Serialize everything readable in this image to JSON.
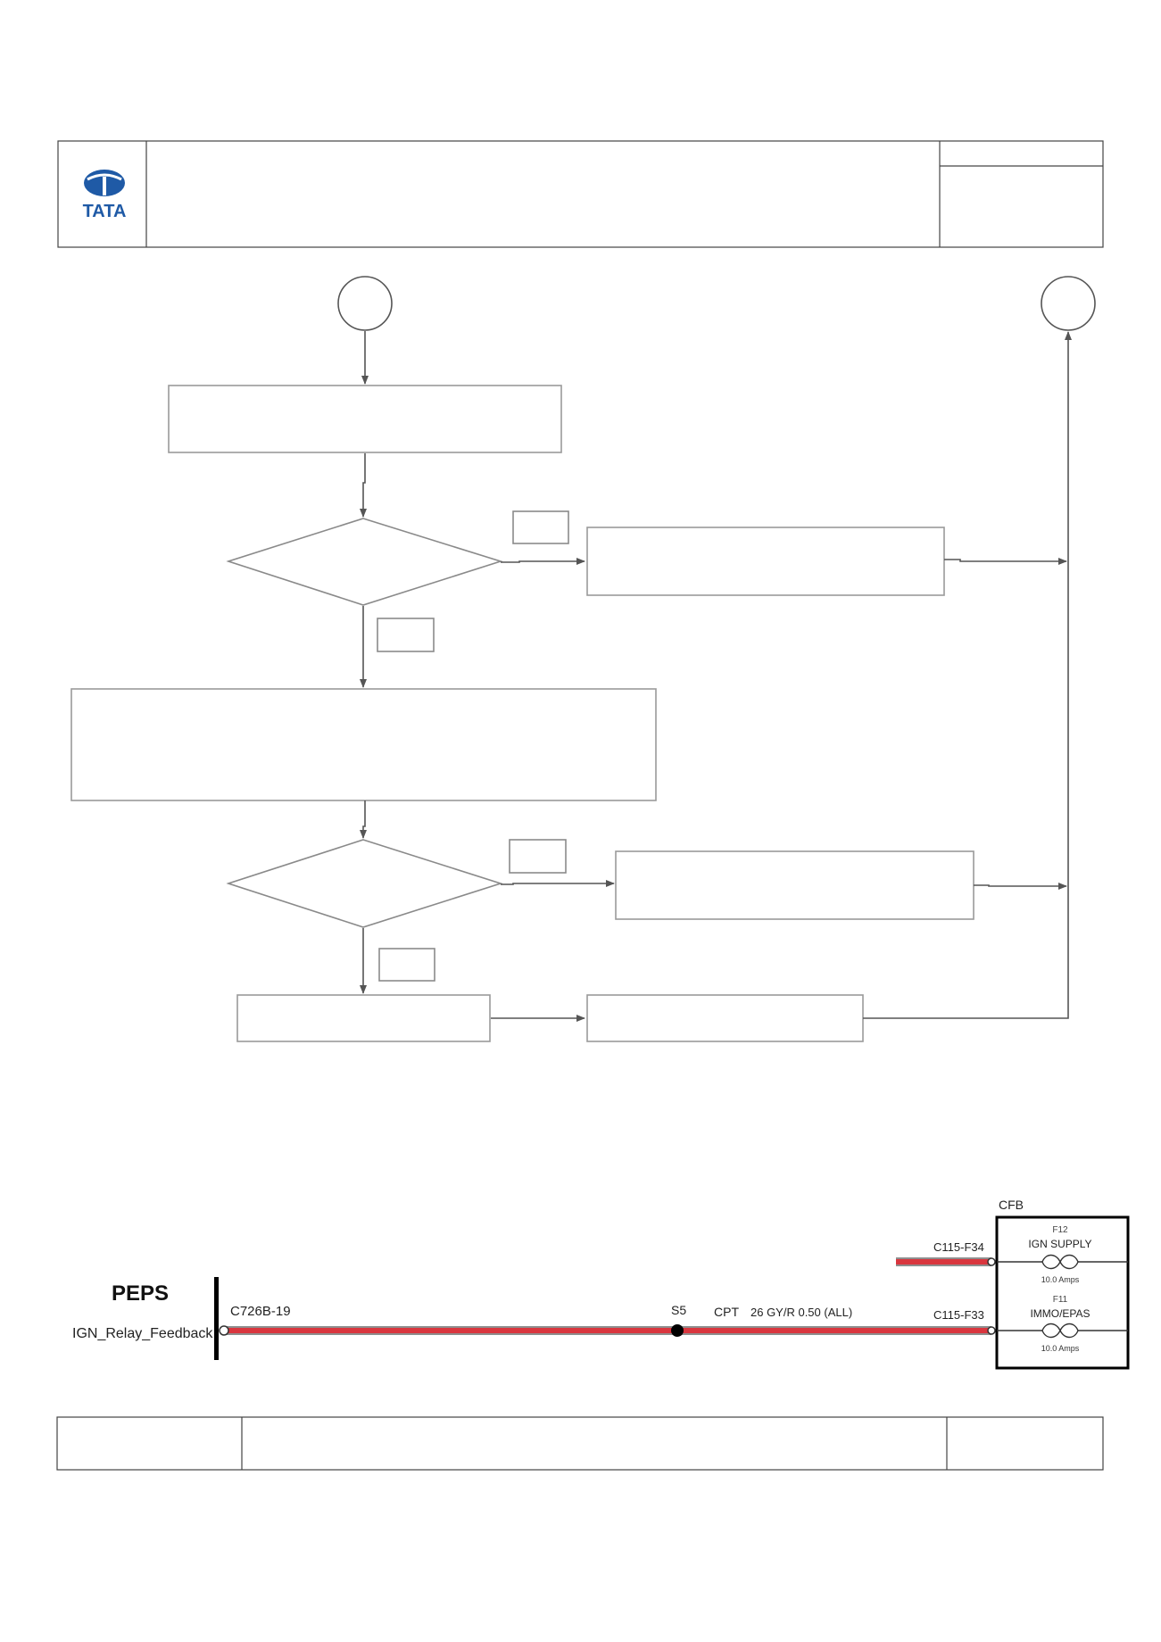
{
  "header": {
    "brand": "TATA",
    "title": "",
    "ref_top": "",
    "ref_bottom": ""
  },
  "flowchart": {
    "start_connector": "",
    "end_connector": "",
    "step1": "",
    "decision1": "",
    "decision1_yes": "",
    "decision1_no": "",
    "action1": "",
    "step2": "",
    "decision2": "",
    "decision2_yes": "",
    "decision2_no": "",
    "action2": "",
    "step3": "",
    "step4": ""
  },
  "wiring": {
    "module_name": "PEPS",
    "signal_name": "IGN_Relay_Feedback",
    "module_pin": "C726B-19",
    "splice": "S5",
    "circuit": "CPT",
    "wire_spec": "26 GY/R 0.50 (ALL)",
    "fuse_box_name": "CFB",
    "connector_top": "C115-F34",
    "connector_bottom": "C115-F33",
    "fuse_top_id": "F12",
    "fuse_top_name": "IGN SUPPLY",
    "fuse_top_rating": "10.0 Amps",
    "fuse_bottom_id": "F11",
    "fuse_bottom_name": "IMMO/EPAS",
    "fuse_bottom_rating": "10.0 Amps",
    "wire_color": "#d9363e",
    "wire_edge_color": "#8e8e8e"
  },
  "footer": {
    "left": "",
    "center": "",
    "right": ""
  },
  "colors": {
    "brand_blue": "#1f5aa6",
    "line": "#555555",
    "box_border": "#9a9a9a"
  }
}
